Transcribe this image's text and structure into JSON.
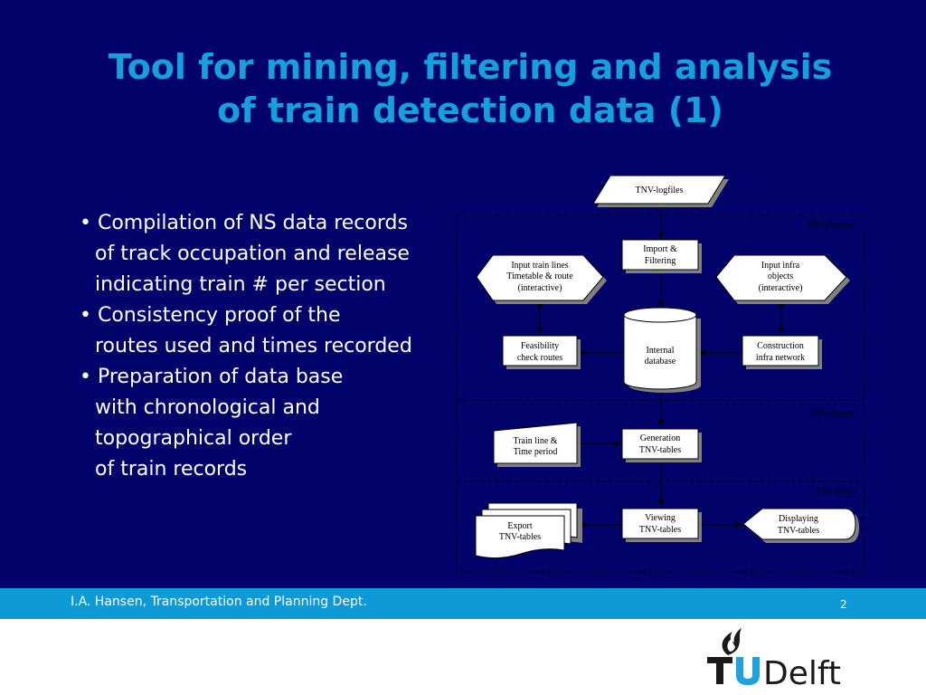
{
  "slide": {
    "title_line1": "Tool for mining, filtering and analysis",
    "title_line2": "of train detection data (1)",
    "bullets": [
      {
        "lines": [
          "Compilation of NS data records",
          "of track occupation and release",
          "indicating train # per section"
        ]
      },
      {
        "lines": [
          "Consistency proof of the",
          "routes used and times recorded"
        ]
      },
      {
        "lines": [
          "Preparation of data base",
          "with chronological and",
          "topographical order",
          "of train records"
        ]
      }
    ]
  },
  "diagram": {
    "sections": [
      "TNV-Prepare",
      "TNV-Report",
      "TNV-Show"
    ],
    "nodes": {
      "tnv_logfiles": "TNV-logfiles",
      "import_filtering": [
        "Import &",
        "Filtering"
      ],
      "input_train_lines": [
        "Input train lines",
        "Timetable & route",
        "(interactive)"
      ],
      "input_infra_objects": [
        "Input infra",
        "objects",
        "(interactive)"
      ],
      "feasibility": [
        "Feasibility",
        "check routes"
      ],
      "internal_database": [
        "Internal",
        "database"
      ],
      "construction": [
        "Construction",
        "infra network"
      ],
      "train_line_period": [
        "Train line &",
        "Time period"
      ],
      "generation": [
        "Generation",
        "TNV-tables"
      ],
      "export": [
        "Export",
        "TNV-tables"
      ],
      "viewing": [
        "Viewing",
        "TNV-tables"
      ],
      "displaying": [
        "Displaying",
        "TNV-tables"
      ]
    }
  },
  "footer": {
    "text": "I.A. Hansen, Transportation and Planning Dept.",
    "page_number": "2"
  },
  "logo": {
    "text": "TUDelft",
    "icon": "tu-delft-flame-logo"
  },
  "colors": {
    "background": "#02026b",
    "title": "#14a0dc",
    "footer_bar": "#0e9ad6"
  }
}
